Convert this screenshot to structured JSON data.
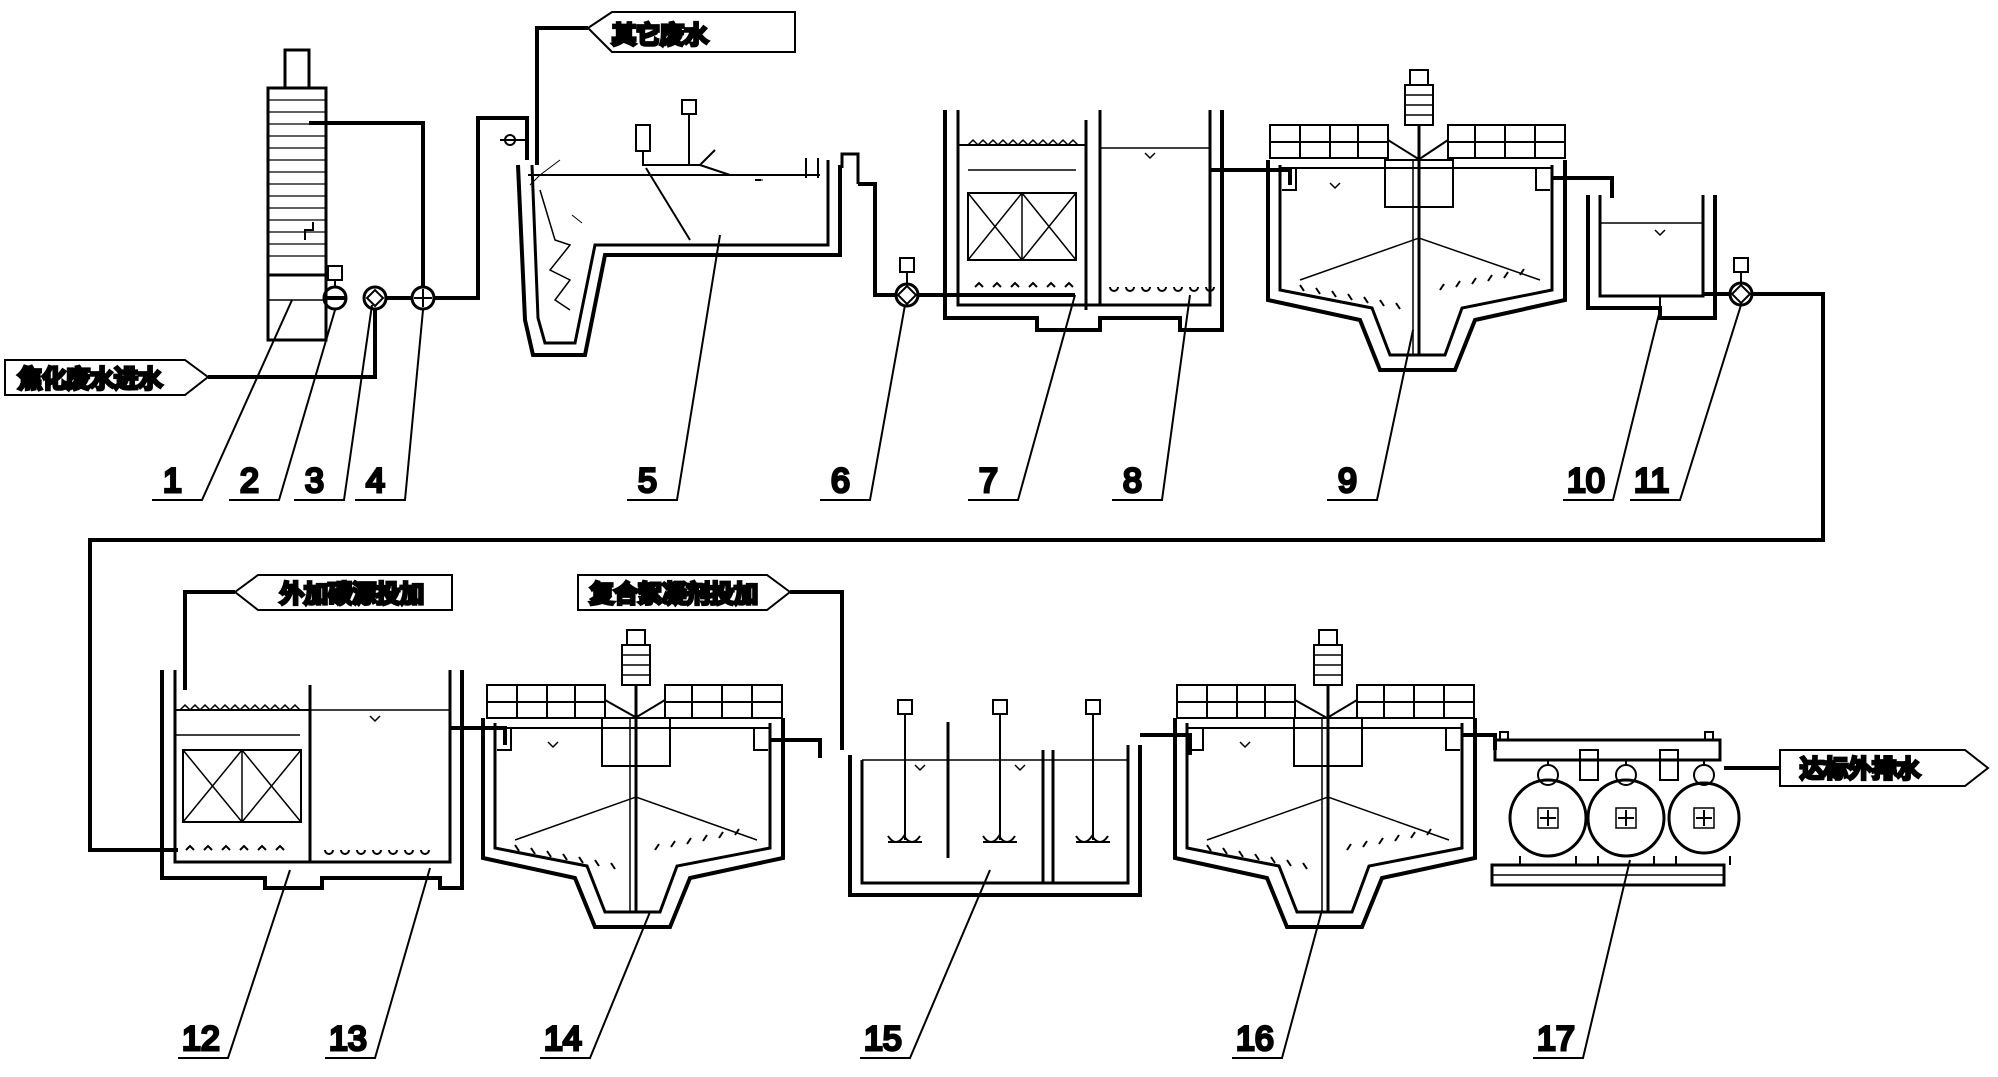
{
  "flags": {
    "coking_inlet": "焦化废水进水",
    "other_wastewater": "其它废水",
    "external_carbon": "外加碳源投加",
    "composite_flocculant": "复合絮凝剂投加",
    "discharge": "达标外排水"
  },
  "numbers": [
    "1",
    "2",
    "3",
    "4",
    "5",
    "6",
    "7",
    "8",
    "9",
    "10",
    "11",
    "12",
    "13",
    "14",
    "15",
    "16",
    "17"
  ],
  "colors": {
    "line": "#000000",
    "background": "#ffffff"
  }
}
